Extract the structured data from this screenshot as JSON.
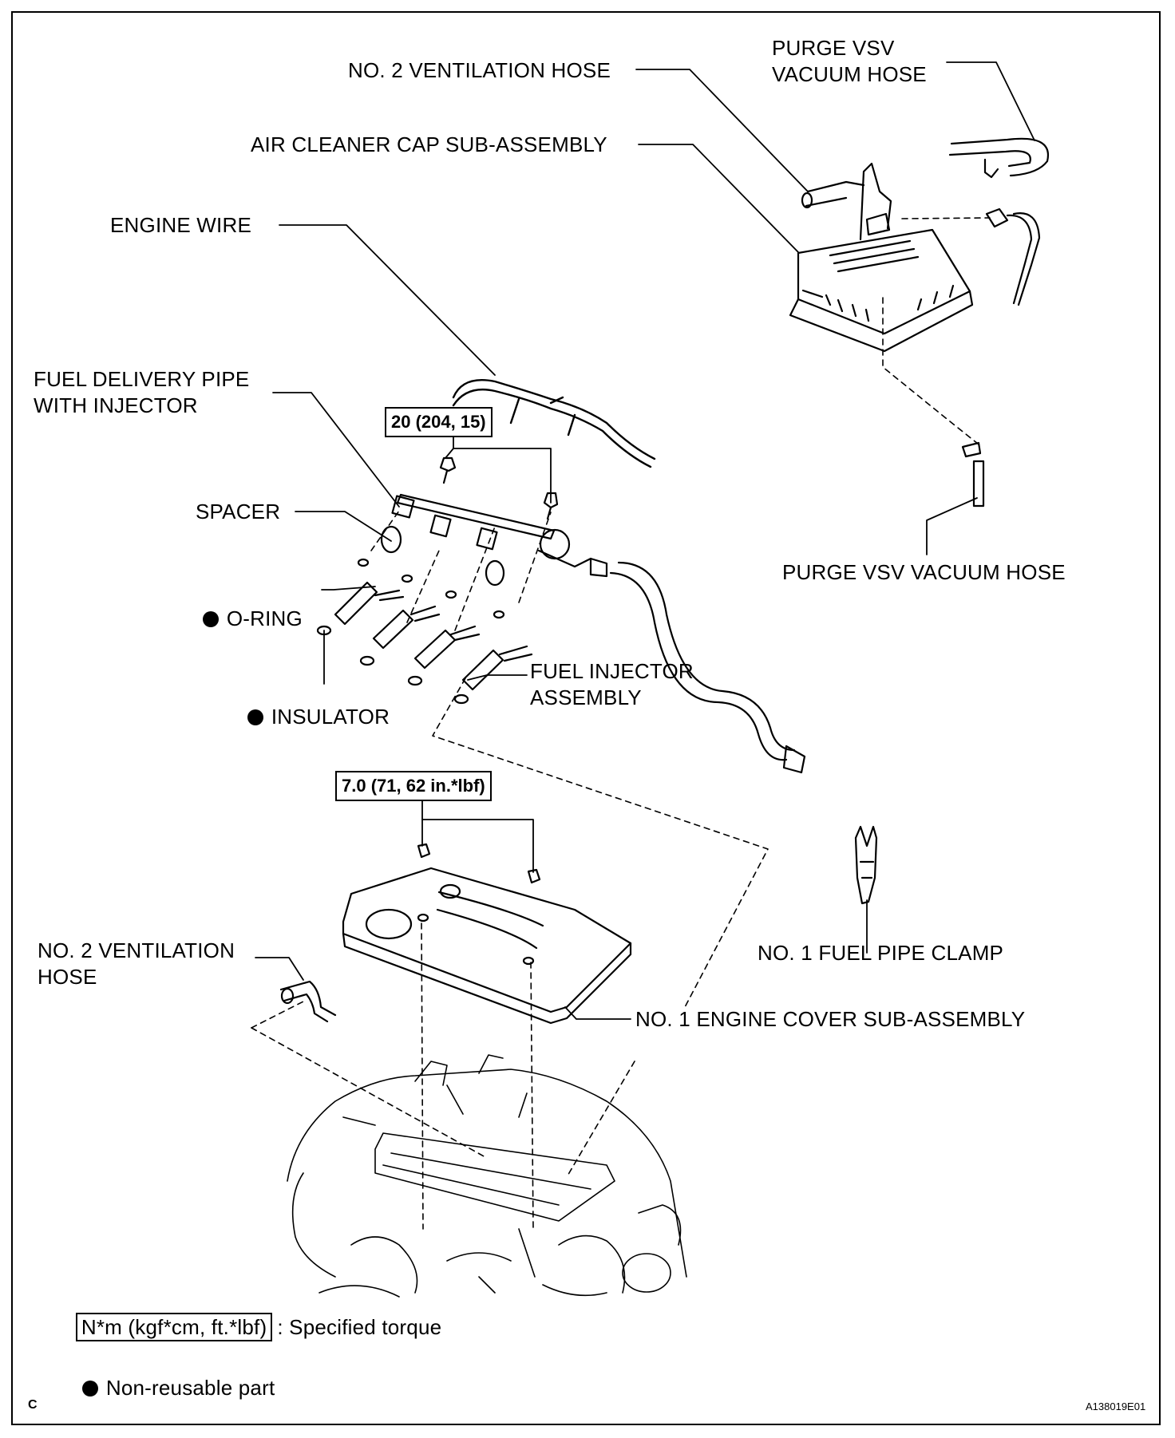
{
  "labels": {
    "purge_vsv_vacuum_hose_top": "PURGE VSV\nVACUUM HOSE",
    "no2_ventilation_hose_top": "NO. 2 VENTILATION HOSE",
    "air_cleaner_cap": "AIR CLEANER CAP SUB-ASSEMBLY",
    "engine_wire": "ENGINE WIRE",
    "fuel_delivery_pipe": "FUEL DELIVERY PIPE\nWITH INJECTOR",
    "spacer": "SPACER",
    "o_ring": "O-RING",
    "insulator": "INSULATOR",
    "fuel_injector_assembly": "FUEL INJECTOR\nASSEMBLY",
    "purge_vsv_vacuum_hose_right": "PURGE VSV VACUUM HOSE",
    "no1_fuel_pipe_clamp": "NO. 1 FUEL PIPE CLAMP",
    "no2_ventilation_hose_left": "NO. 2 VENTILATION\nHOSE",
    "no1_engine_cover": "NO. 1 ENGINE COVER SUB-ASSEMBLY"
  },
  "torque_specs": {
    "delivery_pipe_bolts": "20 (204, 15)",
    "engine_cover_nuts": "7.0 (71, 62 in.*lbf)"
  },
  "legend": {
    "torque_unit": "N*m (kgf*cm, ft.*lbf)",
    "torque_desc": ": Specified torque",
    "non_reusable_desc": "Non-reusable part"
  },
  "footer": {
    "section_code": "C",
    "figure_id": "A138019E01"
  },
  "icons": {
    "non_reusable_marker": "filled-circle-icon"
  }
}
